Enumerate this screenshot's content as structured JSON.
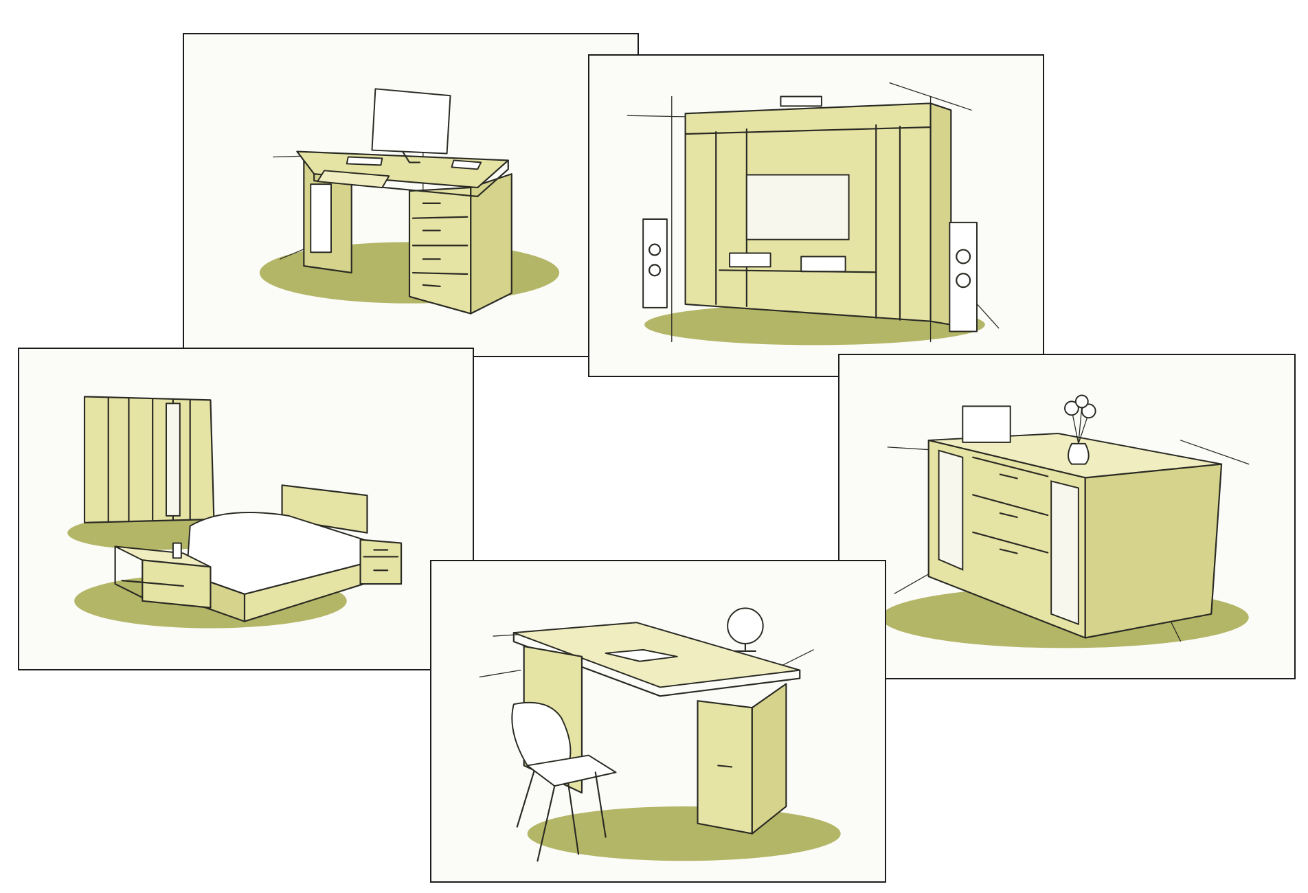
{
  "sketches": [
    {
      "id": "computer-desk",
      "subject": "computer-desk"
    },
    {
      "id": "tv-wall-unit",
      "subject": "tv-wall-unit"
    },
    {
      "id": "bedroom-set",
      "subject": "bedroom-set"
    },
    {
      "id": "sideboard",
      "subject": "sideboard"
    },
    {
      "id": "writing-desk",
      "subject": "writing-desk"
    }
  ],
  "palette": {
    "wood": "#e6e4a4",
    "wood_light": "#f0eec0",
    "floor_shadow": "#a7a94e",
    "ink": "#2a2a24",
    "card_border": "#1b1b1b",
    "background": "#ffffff"
  }
}
